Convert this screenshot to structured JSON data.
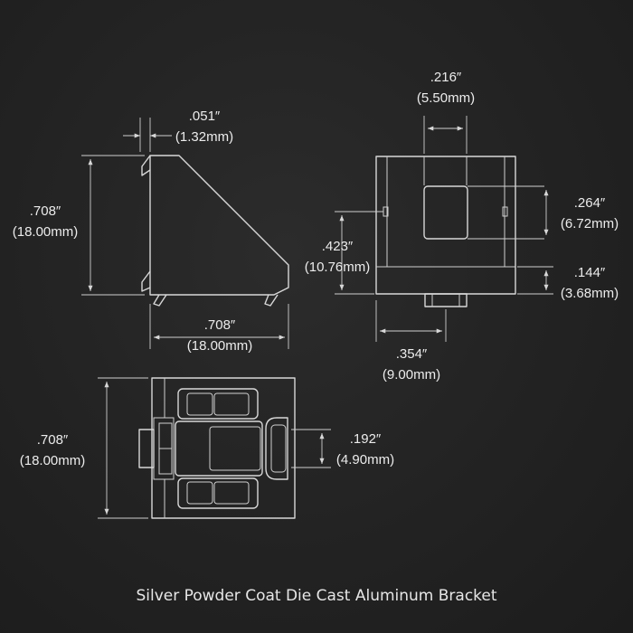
{
  "caption": "Silver Powder Coat Die Cast Aluminum Bracket",
  "dimensions": {
    "side_lip": {
      "inch": ".051″",
      "mm": "(1.32mm)"
    },
    "side_height": {
      "inch": ".708″",
      "mm": "(18.00mm)"
    },
    "side_width": {
      "inch": ".708″",
      "mm": "(18.00mm)"
    },
    "front_slot_width": {
      "inch": ".216″",
      "mm": "(5.50mm)"
    },
    "front_window": {
      "inch": ".264″",
      "mm": "(6.72mm)"
    },
    "front_base": {
      "inch": ".144″",
      "mm": "(3.68mm)"
    },
    "front_hole_height": {
      "inch": ".423″",
      "mm": "(10.76mm)"
    },
    "front_half_width": {
      "inch": ".354″",
      "mm": "(9.00mm)"
    },
    "top_height": {
      "inch": ".708″",
      "mm": "(18.00mm)"
    },
    "top_tab": {
      "inch": ".192″",
      "mm": "(4.90mm)"
    }
  },
  "colors": {
    "background": "#242424",
    "line": "#d8d8d8",
    "text": "#ececec"
  }
}
